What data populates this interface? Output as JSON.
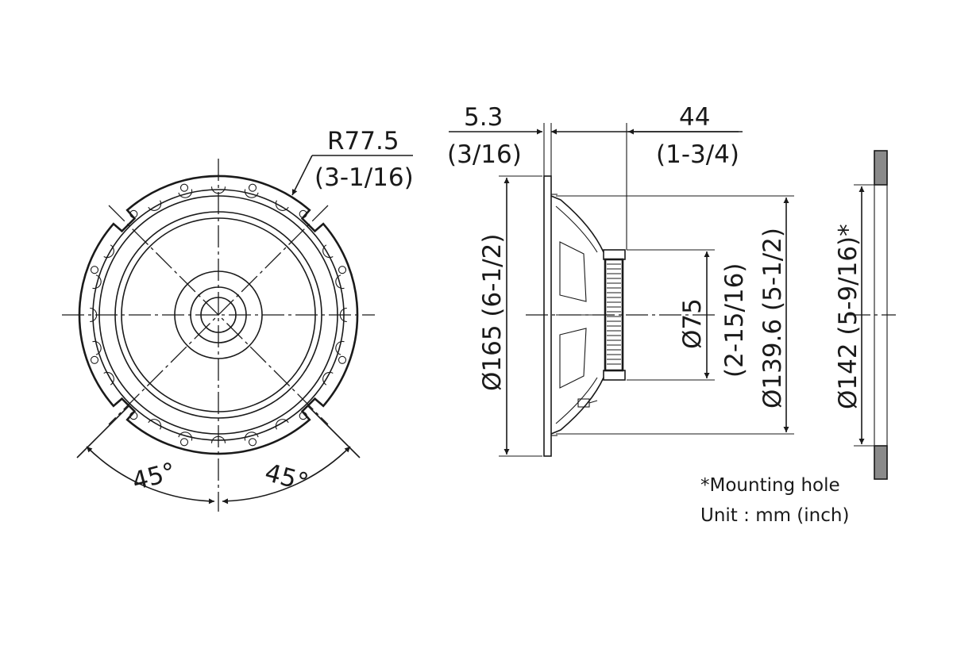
{
  "front_view": {
    "radius_label": "R77.5",
    "radius_label_inch": "(3-1/16)",
    "angle_left": "45°",
    "angle_right": "45°"
  },
  "side_view": {
    "flange_thickness": "5.3",
    "flange_thickness_inch": "(3/16)",
    "mount_depth": "44",
    "mount_depth_inch": "(1-3/4)",
    "outer_diameter": "Ø165 (6-1/2)",
    "magnet_diameter": "Ø75",
    "magnet_diameter_inch": "(2-15/16)",
    "frame_diameter": "Ø139.6 (5-1/2)"
  },
  "mounting_view": {
    "hole_diameter": "Ø142 (5-9/16)*"
  },
  "notes": {
    "mounting_hole": "*Mounting hole",
    "unit": "Unit : mm (inch)"
  }
}
